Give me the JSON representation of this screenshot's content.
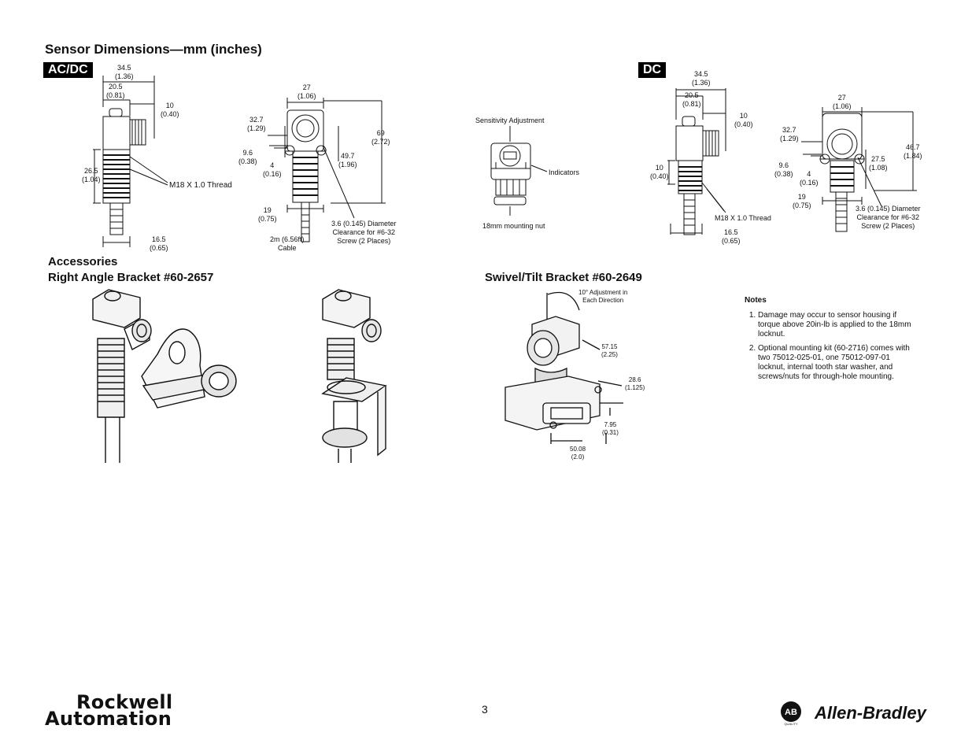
{
  "page_title": "Sensor Dimensions—mm (inches)",
  "acdc": {
    "badge": "AC/DC",
    "dims": {
      "w345": "34.5\n(1.36)",
      "w205": "20.5\n(0.81)",
      "w10": "10\n(0.40)",
      "h265": "26.5\n(1.04)",
      "thread": "M18 X 1.0 Thread",
      "w165": "16.5\n(0.65)",
      "f27": "27\n(1.06)",
      "f327": "32.7\n(1.29)",
      "f96": "9.6\n(0.38)",
      "f4": "4\n(0.16)",
      "f69": "69\n(2.72)",
      "f497": "49.7\n(1.96)",
      "f19": "19\n(0.75)",
      "cable": "2m (6.56ft)\nCable",
      "screw": "3.6 (0.145) Diameter\nClearance for #6-32\nScrew (2 Places)"
    }
  },
  "middle": {
    "sensitivity": "Sensitivity Adjustment",
    "indicators": "Indicators",
    "nut": "18mm mounting nut"
  },
  "dc": {
    "badge": "DC",
    "dims": {
      "w345": "34.5\n(1.36)",
      "w205": "20.5\n(0.81)",
      "w10a": "10\n(0.40)",
      "w10b": "10\n(0.40)",
      "thread": "M18 X 1.0 Thread",
      "w165": "16.5\n(0.65)",
      "f27": "27\n(1.06)",
      "f327": "32.7\n(1.29)",
      "f96": "9.6\n(0.38)",
      "f4": "4\n(0.16)",
      "f19": "19\n(0.75)",
      "f467": "46.7\n(1.84)",
      "f275": "27.5\n(1.08)",
      "screw": "3.6 (0.145) Diameter\nClearance for #6-32\nScrew (2 Places)"
    }
  },
  "accessories": {
    "heading": "Accessories",
    "right_angle": "Right Angle Bracket #60-2657",
    "swivel": "Swivel/Tilt Bracket #60-2649",
    "swivel_dims": {
      "adjust": "10° Adjustment in\nEach Direction",
      "d5715": "57.15\n(2.25)",
      "d286": "28.6\n(1.125)",
      "d795": "7.95\n(0.31)",
      "d5008": "50.08\n(2.0)"
    }
  },
  "notes": {
    "title": "Notes",
    "items": [
      "Damage may occur to sensor housing if torque above 20in-lb is applied to the 18mm locknut.",
      "Optional mounting kit (60-2716) comes with two 75012-025-01, one 75012-097-01 locknut, internal tooth star washer, and screws/nuts for through-hole mounting."
    ]
  },
  "footer": {
    "page_number": "3",
    "rockwell_line1": "Rockwell",
    "rockwell_line2": "Automation",
    "ab_logo": "AB",
    "ab_quality": "QUALITY",
    "allen_bradley": "Allen-Bradley"
  }
}
